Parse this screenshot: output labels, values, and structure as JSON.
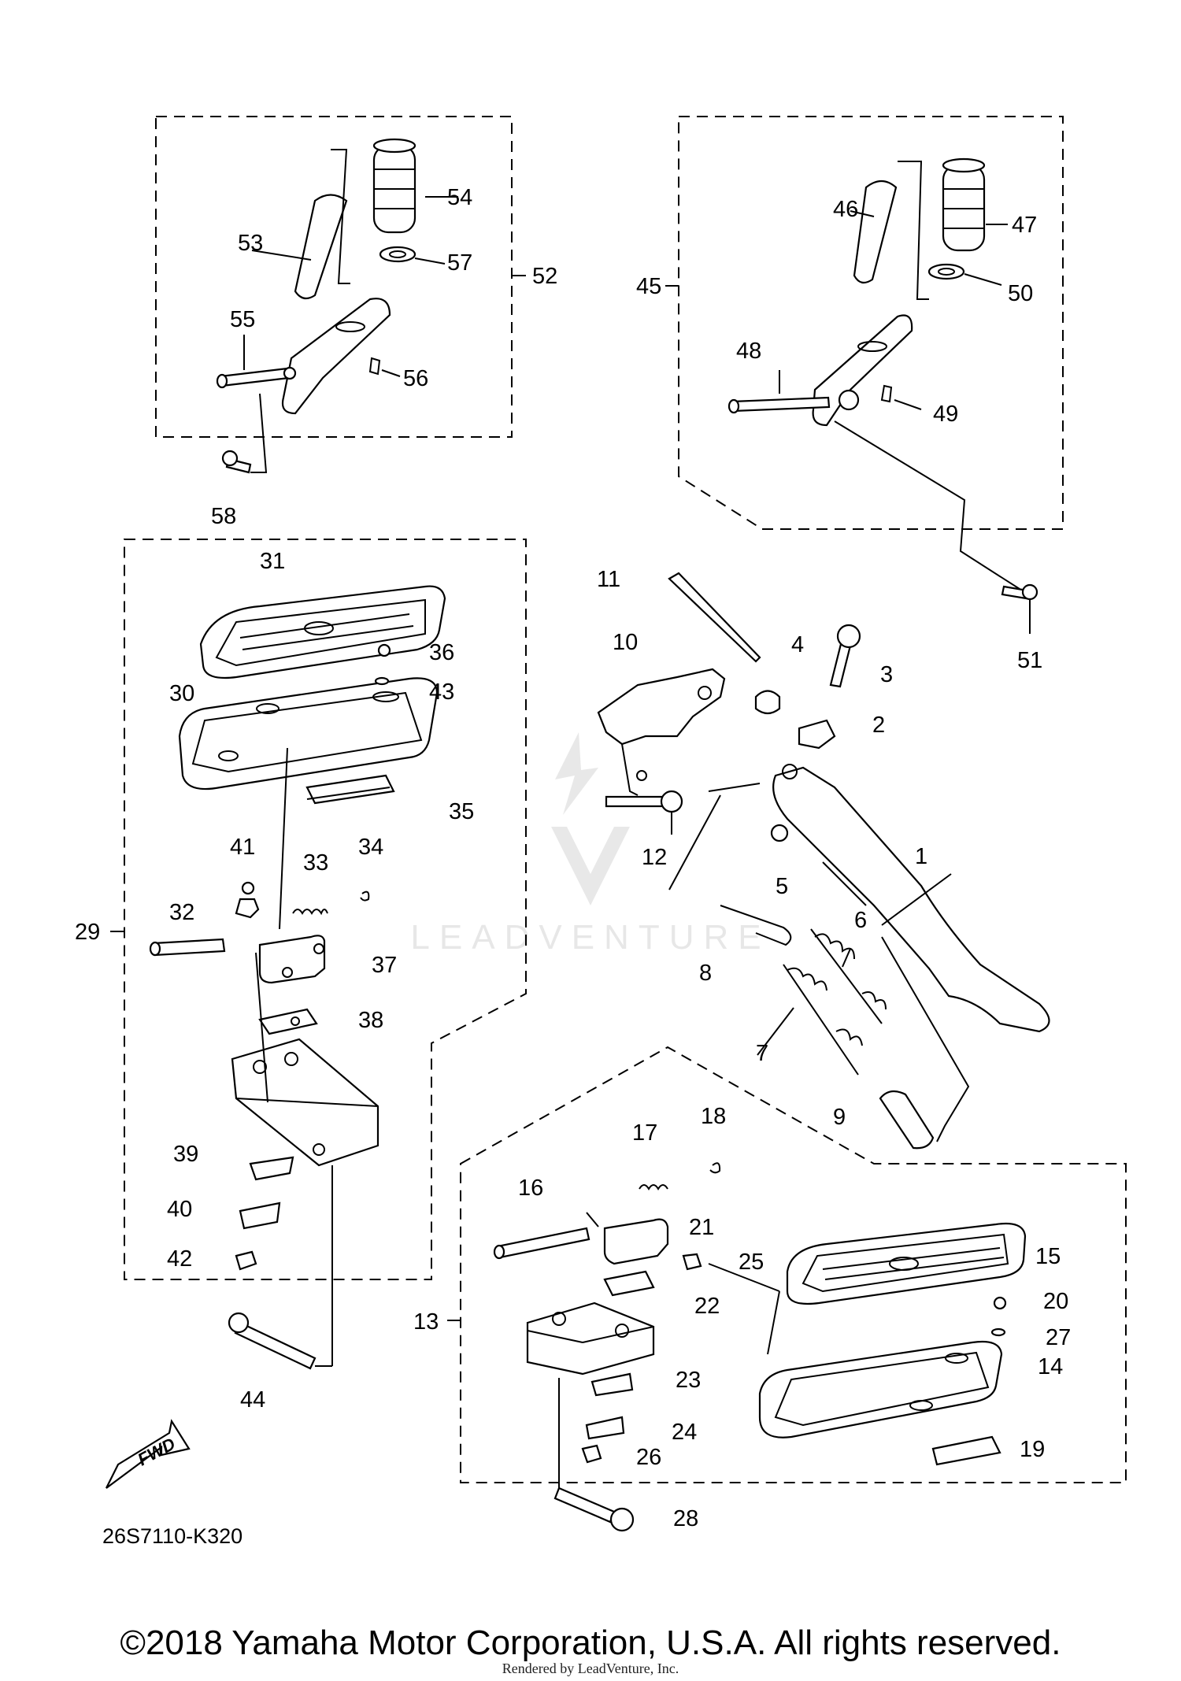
{
  "diagram": {
    "part_code": "26S7110-K320",
    "fwd_label": "FWD",
    "watermark_text": "LEADVENTURE",
    "callouts": [
      "1",
      "2",
      "3",
      "4",
      "5",
      "6",
      "7",
      "8",
      "9",
      "10",
      "11",
      "12",
      "13",
      "14",
      "15",
      "16",
      "17",
      "18",
      "19",
      "20",
      "21",
      "22",
      "23",
      "24",
      "25",
      "26",
      "27",
      "28",
      "29",
      "30",
      "31",
      "32",
      "33",
      "34",
      "35",
      "36",
      "37",
      "38",
      "39",
      "40",
      "41",
      "42",
      "43",
      "44",
      "45",
      "46",
      "47",
      "48",
      "49",
      "50",
      "51",
      "52",
      "53",
      "54",
      "55",
      "56",
      "57",
      "58"
    ]
  },
  "footer": {
    "copyright": "©2018 Yamaha Motor Corporation, U.S.A. All rights reserved.",
    "rendered_by": "Rendered by LeadVenture, Inc."
  }
}
